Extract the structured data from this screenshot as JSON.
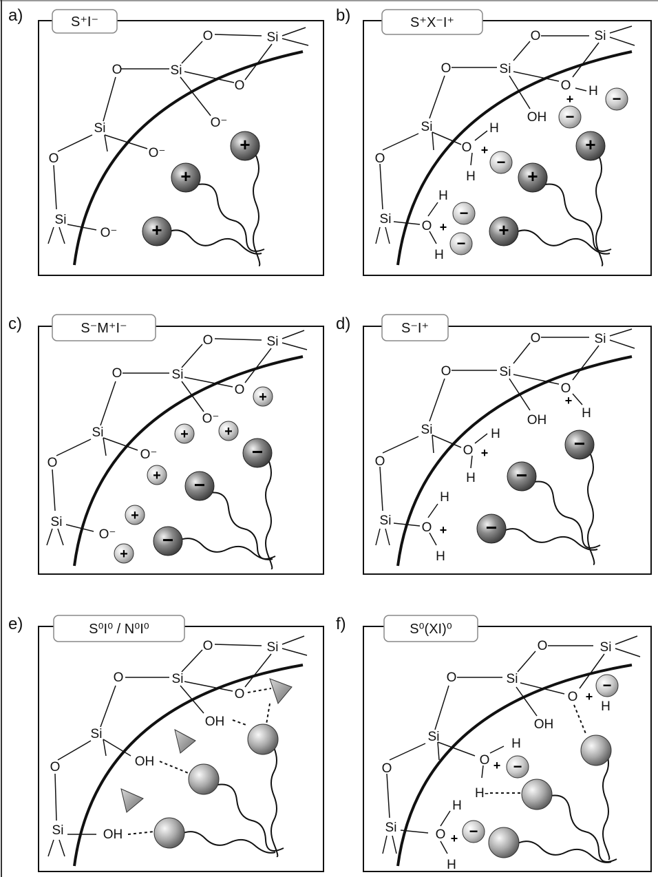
{
  "panels": [
    {
      "id": "a",
      "letter": "a)",
      "tag": "S⁺I⁻"
    },
    {
      "id": "b",
      "letter": "b)",
      "tag": "S⁺X⁻I⁺"
    },
    {
      "id": "c",
      "letter": "c)",
      "tag": "S⁻M⁺I⁻"
    },
    {
      "id": "d",
      "letter": "d)",
      "tag": "S⁻I⁺"
    },
    {
      "id": "e",
      "letter": "e)",
      "tag": "S⁰I⁰ / N⁰I⁰"
    },
    {
      "id": "f",
      "letter": "f)",
      "tag": "S⁰(XI)⁰"
    }
  ],
  "atoms": {
    "si": "Si",
    "o": "O",
    "o_minus": "O⁻",
    "oh": "OH",
    "h": "H",
    "h_bond": "H-"
  },
  "symbols": {
    "plus": "+",
    "minus": "−"
  },
  "colors": {
    "line": "#111111",
    "ion_dark": "#6e6e6e",
    "ion_light": "#bdbdbd",
    "tag_bg": "#ffffff"
  }
}
